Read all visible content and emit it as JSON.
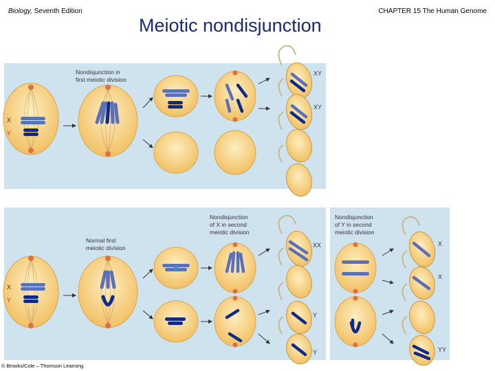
{
  "header": {
    "book_title": "Biology,",
    "edition": " Seventh Edition",
    "chapter": "CHAPTER 15 The Human Genome"
  },
  "slide_title": "Meiotic nondisjunction",
  "credit": "© Brooks/Cole – Thomson Learning",
  "panels": {
    "top": {
      "caption_line1": "Nondisjunction in",
      "caption_line2": "first meiotic division",
      "x_label": "X",
      "y_label": "Y",
      "gametes": [
        "XY",
        "XY"
      ]
    },
    "bottom_left": {
      "caption_line1": "Normal first",
      "caption_line2": "meiotic division",
      "x_label": "X",
      "y_label": "Y"
    },
    "bottom_middle": {
      "caption_line1": "Nondisjunction",
      "caption_line2": "of X in second",
      "caption_line3": "meiotic division",
      "gametes": [
        "XX",
        "Y",
        "Y"
      ]
    },
    "bottom_right": {
      "caption_line1": "Nondisjunction",
      "caption_line2": "of Y in second",
      "caption_line3": "meiotic division",
      "gametes": [
        "X",
        "X",
        "YY"
      ]
    }
  },
  "colors": {
    "panel_bg": "#cfe3ef",
    "cell_fill": "#fbd98a",
    "x_chrom": "#5a70b8",
    "y_chrom": "#0d2a8a",
    "arrow": "#333333"
  }
}
